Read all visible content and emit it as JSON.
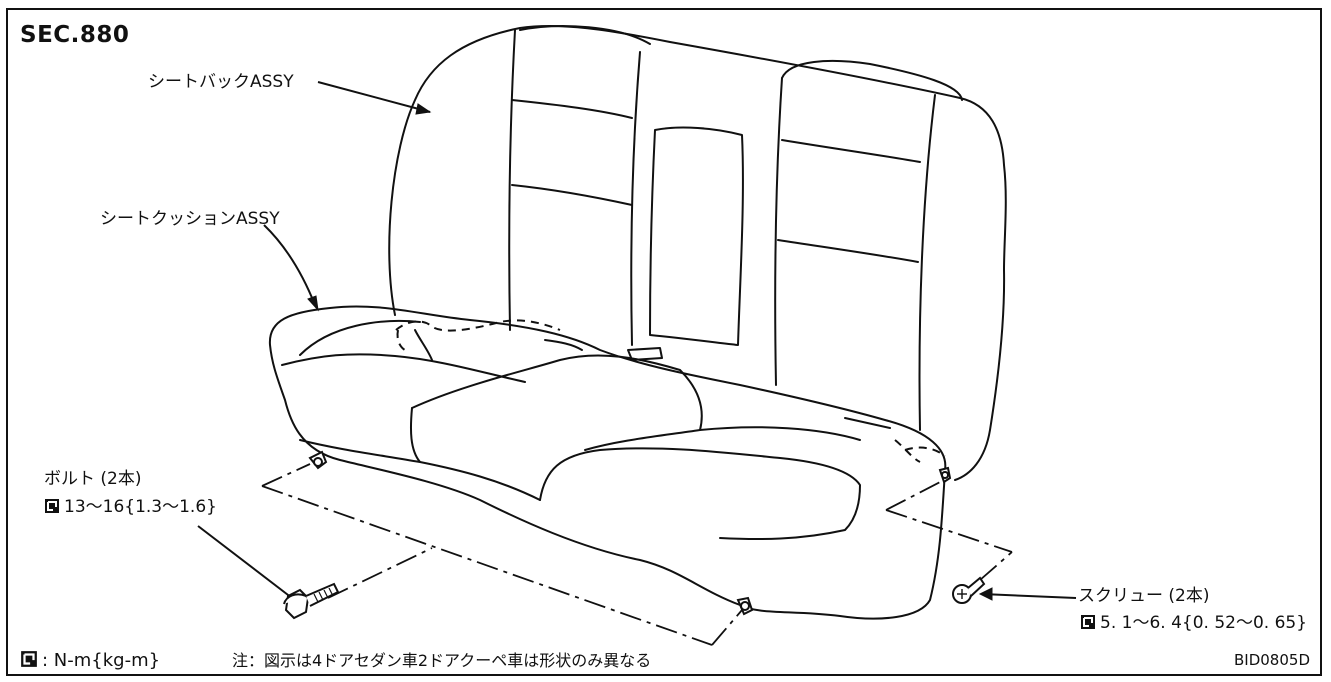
{
  "section": "SEC.880",
  "labels": {
    "seat_back": "シートバックASSY",
    "seat_cushion": "シートクッションASSY",
    "bolt": "ボルト (2本)",
    "bolt_torque": "13〜16{1.3〜1.6}",
    "screw": "スクリュー (2本)",
    "screw_torque": "5. 1〜6. 4{0. 52〜0. 65}"
  },
  "legend": {
    "units": ": N-m{kg-m}",
    "note": "注：図示は4ドアセダン車2ドアクーペ車は形状のみ異なる"
  },
  "figure_code": "BID0805D",
  "icons": {
    "torque": "torque-wrench-icon"
  }
}
